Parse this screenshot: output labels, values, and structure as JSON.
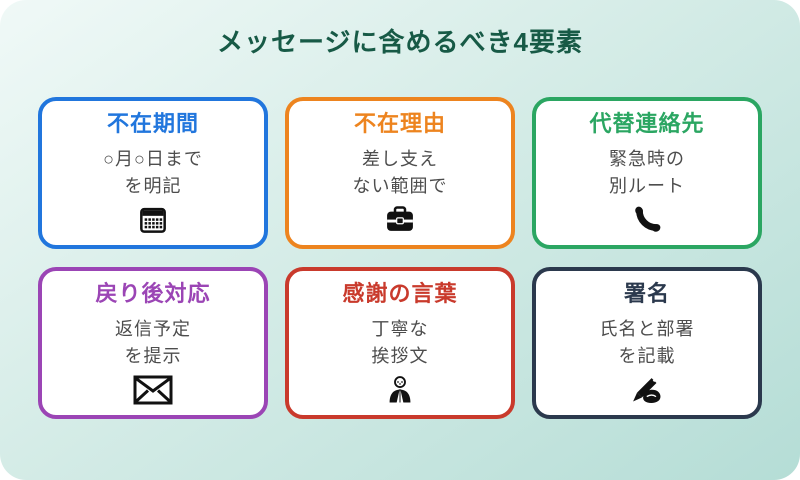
{
  "page": {
    "title": "メッセージに含めるべき4要素"
  },
  "colors": {
    "title": "#175a46",
    "bg_gradient_start": "#f0f9f7",
    "bg_gradient_end": "#b5ddd6",
    "card_bg": "#ffffff",
    "body_text": "#4d4d4d",
    "icon": "#111111"
  },
  "cards": [
    {
      "title": "不在期間",
      "line1": "○月○日まで",
      "line2": "を明記",
      "icon": "calendar-icon",
      "color": "#2176dd"
    },
    {
      "title": "不在理由",
      "line1": "差し支え",
      "line2": "ない範囲で",
      "icon": "briefcase-icon",
      "color": "#ed841f"
    },
    {
      "title": "代替連絡先",
      "line1": "緊急時の",
      "line2": "別ルート",
      "icon": "phone-icon",
      "color": "#2ba662"
    },
    {
      "title": "戻り後対応",
      "line1": "返信予定",
      "line2": "を提示",
      "icon": "envelope-icon",
      "color": "#9b45b5"
    },
    {
      "title": "感謝の言葉",
      "line1": "丁寧な",
      "line2": "挨拶文",
      "icon": "praying-person-icon",
      "color": "#c93a2c"
    },
    {
      "title": "署名",
      "line1": "氏名と部署",
      "line2": "を記載",
      "icon": "writing-hand-icon",
      "color": "#2b394d"
    }
  ]
}
